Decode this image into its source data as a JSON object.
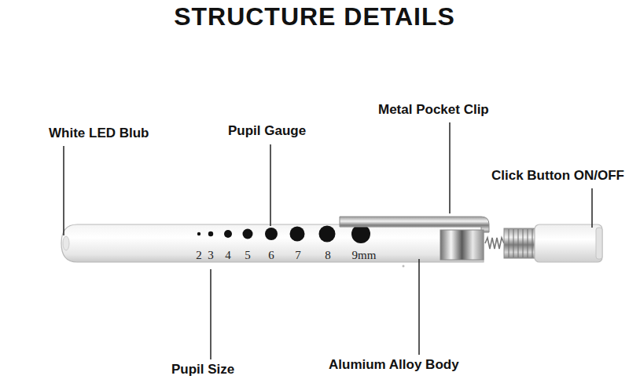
{
  "diagram": {
    "title": "STRUCTURE DETAILS",
    "labels": [
      "White LED Blub",
      "Pupil Gauge",
      "Metal Pocket Clip",
      "Click Button ON/OFF",
      "2",
      "3",
      "4",
      "5",
      "6",
      "7",
      "8",
      "9mm",
      "Pupil Size",
      "Alumium Alloy Body"
    ]
  }
}
